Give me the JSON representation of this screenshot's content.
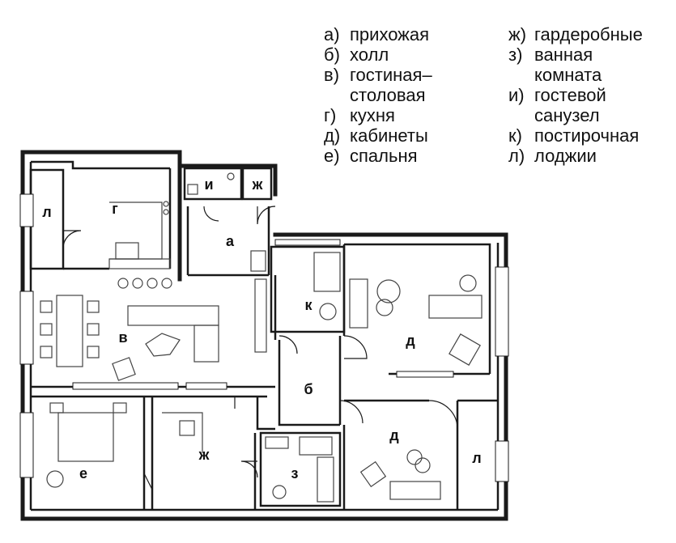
{
  "legend": {
    "left": [
      {
        "key": "а)",
        "text": "прихожая"
      },
      {
        "key": "б)",
        "text": "холл"
      },
      {
        "key": "в)",
        "text": "гостиная–",
        "cont": "столовая"
      },
      {
        "key": "г)",
        "text": "кухня"
      },
      {
        "key": "д)",
        "text": "кабинеты"
      },
      {
        "key": "е)",
        "text": "спальня"
      }
    ],
    "right": [
      {
        "key": "ж)",
        "text": "гардеробные"
      },
      {
        "key": "з)",
        "text": "ванная",
        "cont": "комната"
      },
      {
        "key": "и)",
        "text": "гостевой",
        "cont": "санузел"
      },
      {
        "key": "к)",
        "text": "постирочная"
      },
      {
        "key": "л)",
        "text": "лоджии"
      }
    ]
  },
  "rooms": {
    "l_left": "л",
    "g": "г",
    "i": "и",
    "zh_top": "ж",
    "a": "а",
    "k": "к",
    "v": "в",
    "d_top": "д",
    "b": "б",
    "e": "е",
    "zh_bottom": "ж",
    "z": "з",
    "d_bottom": "д",
    "l_right": "л"
  },
  "colors": {
    "walls": "#1a1a1a",
    "furniture": "#444444",
    "background": "#ffffff"
  }
}
